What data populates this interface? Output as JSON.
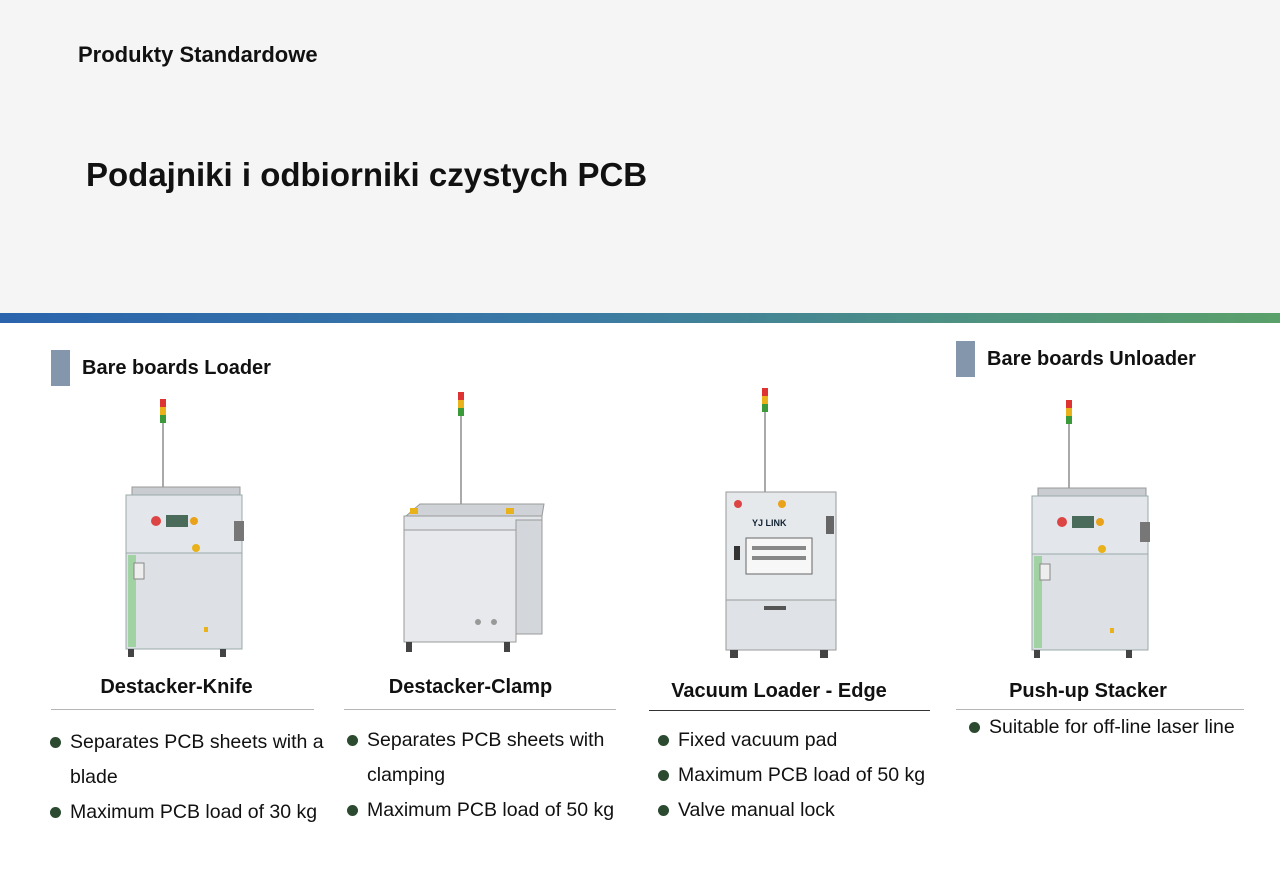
{
  "header": {
    "kicker": "Produkty Standardowe",
    "title": "Podajniki i odbiorniki czystych PCB"
  },
  "sections": {
    "loader": "Bare boards Loader",
    "unloader": "Bare boards Unloader"
  },
  "products": [
    {
      "name": "Destacker-Knife",
      "bullets": [
        "Separates PCB sheets with a blade",
        "Maximum PCB load of 30 kg"
      ]
    },
    {
      "name": "Destacker-Clamp",
      "bullets": [
        "Separates PCB sheets with clamping",
        "Maximum PCB load of 50 kg"
      ]
    },
    {
      "name": "Vacuum Loader - Edge",
      "bullets": [
        "Fixed vacuum pad",
        "Maximum PCB load of 50 kg",
        "Valve manual lock"
      ]
    },
    {
      "name": "Push-up Stacker",
      "bullets": [
        "Suitable for off-line laser line"
      ]
    }
  ],
  "machine_brand": "YJ LINK",
  "colors": {
    "header_bg": "#f5f5f5",
    "band_start": "#2a64ad",
    "band_end": "#5aa06a",
    "section_bar": "#8496ab",
    "bullet": "#2c4a30"
  }
}
